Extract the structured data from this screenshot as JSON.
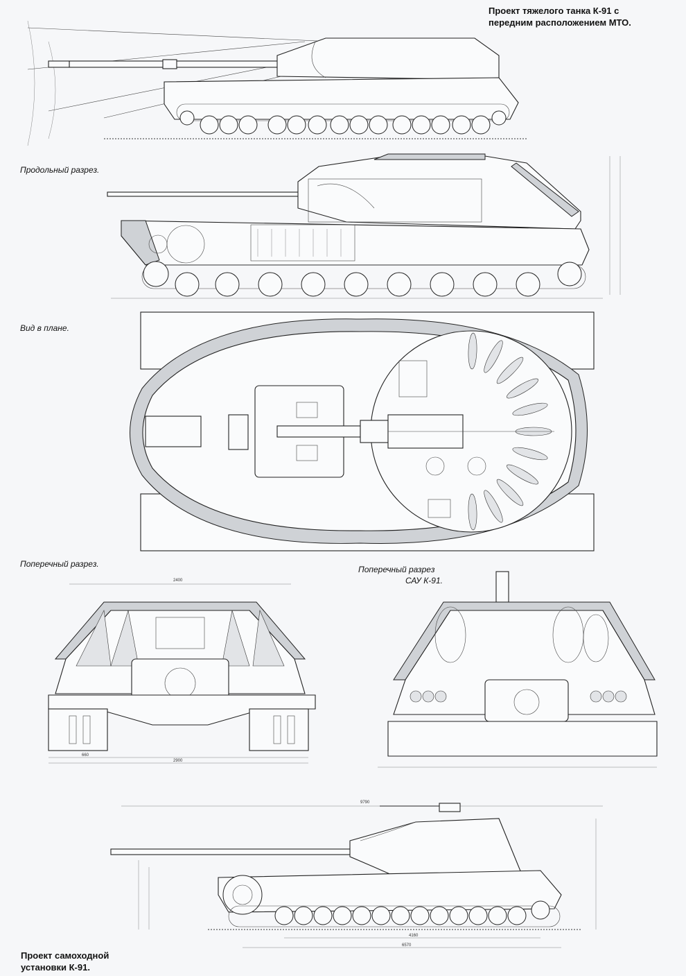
{
  "header": {
    "title_line1": "Проект тяжелого танка К-91 с",
    "title_line2": "передним расположением МТО."
  },
  "sections": {
    "longitudinal": "Продольный разрез.",
    "plan_view": "Вид в плане.",
    "cross_section": "Поперечный разрез.",
    "spg_cross_line1": "Поперечный разрез",
    "spg_cross_line2": "САУ К-91."
  },
  "footer": {
    "spg_title_line1": "Проект самоходной",
    "spg_title_line2": "установки К-91."
  },
  "dimensions": {
    "spg_length": "9790",
    "spg_track": "4160",
    "spg_base": "6570",
    "cross_width": "2400",
    "cross_base": "2900",
    "cross_track": "660"
  },
  "colors": {
    "ink": "#222222",
    "paper": "#f6f7f9",
    "armor_fill": "#cfd2d6"
  }
}
